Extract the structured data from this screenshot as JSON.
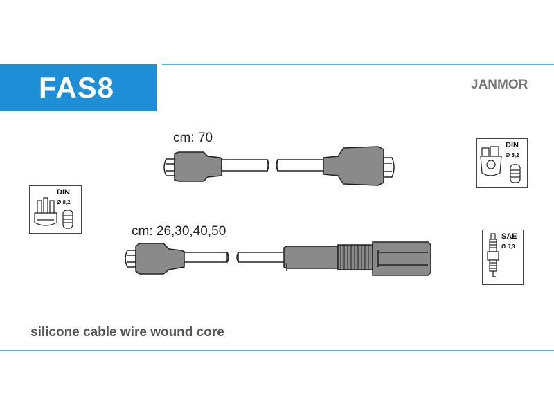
{
  "header": {
    "product_code": "FAS8",
    "brand": "JANMOR",
    "accent_color": "#1e8ed6"
  },
  "cables": [
    {
      "length_label": "cm: 70",
      "end_a": "din-straight-boot",
      "end_b": "din-straight-boot"
    },
    {
      "length_label": "cm: 26,30,40,50",
      "end_a": "din-straight-boot",
      "end_b": "sae-ribbed-plug-boot"
    }
  ],
  "connectors": {
    "left": {
      "icon": "distributor-cap-icon",
      "standard": "DIN",
      "diameter": "Ø 8,2"
    },
    "right_top": {
      "icon": "ignition-coil-icon",
      "standard": "DIN",
      "diameter": "Ø 8,2"
    },
    "right_bottom": {
      "icon": "spark-plug-icon",
      "standard": "SAE",
      "diameter": "Ø 6,3"
    }
  },
  "footer": {
    "description": "silicone cable wire wound core"
  }
}
